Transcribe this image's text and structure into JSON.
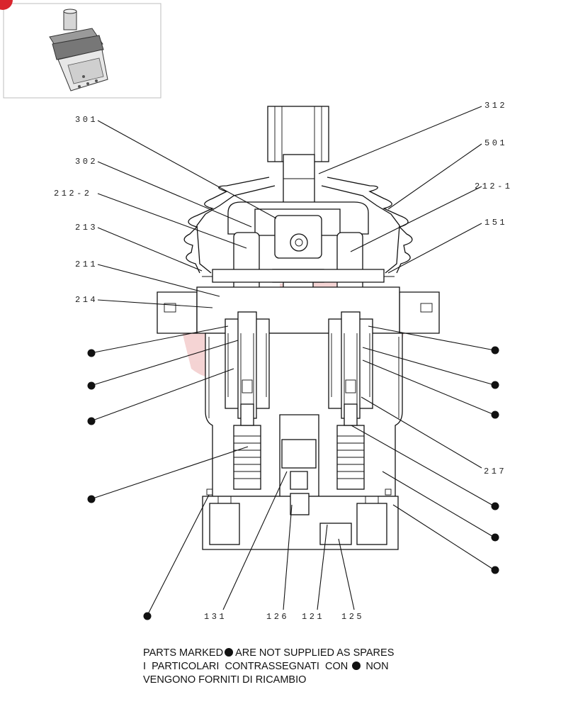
{
  "labels": {
    "l301": "301",
    "l302": "302",
    "l212_2": "212-2",
    "l213": "213",
    "l211": "211",
    "l214": "214",
    "l312": "312",
    "l501": "501",
    "l212_1": "212-1",
    "l151": "151",
    "l217": "217",
    "l131": "131",
    "l126": "126",
    "l121": "121",
    "l125": "125"
  },
  "note": {
    "en_prefix": "PARTS MARKED",
    "en_suffix": "ARE NOT SUPPLIED AS SPARES",
    "it_line1_prefix": "I  PARTICOLARI  CONTRASSEGNATI  CON",
    "it_line1_suffix": "NON",
    "it_line2": "VENGONO FORNITI DI RICAMBIO"
  },
  "colors": {
    "line": "#111111",
    "badge": "#d9252d",
    "watermark": "#e8a0a0"
  }
}
